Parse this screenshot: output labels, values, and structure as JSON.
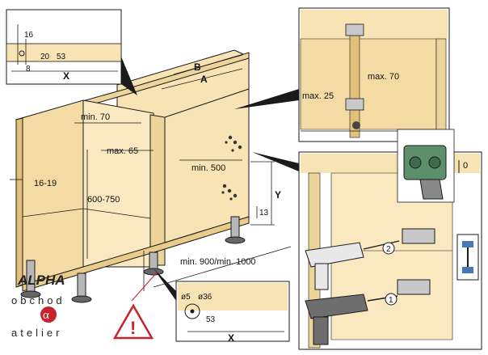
{
  "colors": {
    "panel_fill": "#f7e3b3",
    "panel_dark": "#e9cc8a",
    "edge": "#c9a050",
    "line": "#1a1a1a",
    "hinge_green": "#5d8f6b",
    "logo_red": "#c8232c",
    "warning_red": "#c8232c"
  },
  "cabinet": {
    "dim_16_19": "16-19",
    "dim_600_750": "600-750",
    "dim_min70": "min. 70",
    "dim_max65": "max. 65",
    "dim_min500": "min. 500",
    "dim_A": "A",
    "dim_B": "B",
    "dim_Y": "Y",
    "dim_13": "13",
    "dim_width": "min. 900/min. 1000"
  },
  "detail_top_left": {
    "d16": "16",
    "d20": "20",
    "d53": "53",
    "d8": "8",
    "dX": "X"
  },
  "detail_top_right": {
    "max25": "max. 25",
    "max70": "max. 70"
  },
  "detail_bottom": {
    "d5": "ø5",
    "d36": "ø36",
    "d53": "53",
    "dX": "X"
  },
  "detail_right": {
    "d0": "0",
    "step1": "1",
    "step2": "2"
  },
  "logo": {
    "alpha": "ALPHA",
    "line1": "obchod",
    "line2": "atelier"
  },
  "icons": {
    "warning": "warning-triangle-icon",
    "clamp": "clamp-icon",
    "drill": "drill-icon",
    "screwdriver": "screwdriver-icon",
    "hinge": "hinge-icon"
  }
}
